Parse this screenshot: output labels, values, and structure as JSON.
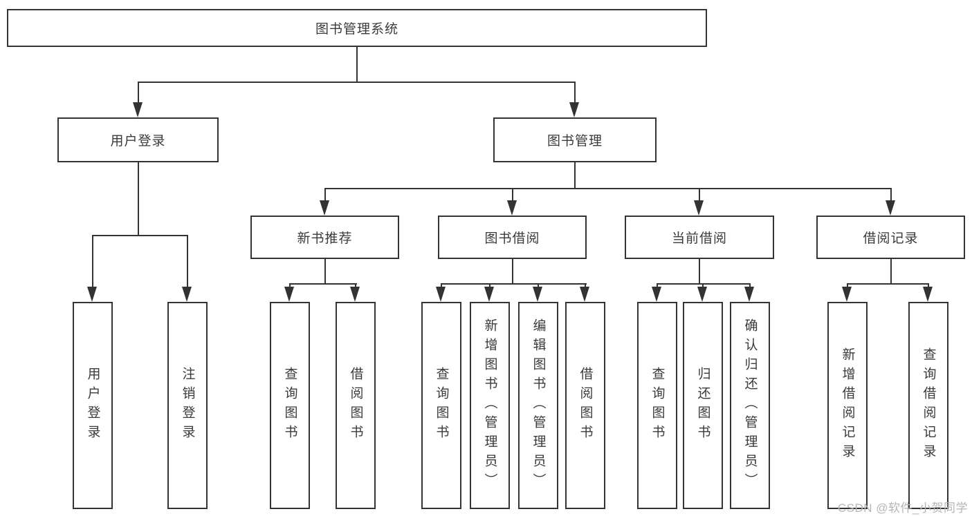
{
  "tree": {
    "root": {
      "label": "图书管理系统"
    },
    "level2": [
      {
        "label": "用户登录"
      },
      {
        "label": "图书管理"
      }
    ],
    "level3": [
      {
        "label": "新书推荐"
      },
      {
        "label": "图书借阅"
      },
      {
        "label": "当前借阅"
      },
      {
        "label": "借阅记录"
      }
    ],
    "leaves": {
      "login": [
        "用户登录",
        "注销登录"
      ],
      "recommend": [
        "查询图书",
        "借阅图书"
      ],
      "borrow": [
        "查询图书",
        "新增图书（管理员）",
        "编辑图书（管理员）",
        "借阅图书"
      ],
      "current": [
        "查询图书",
        "归还图书",
        "确认归还（管理员）"
      ],
      "records": [
        "新增借阅记录",
        "查询借阅记录"
      ]
    }
  },
  "watermark": "CSDN @软件_小贺同学",
  "colors": {
    "line": "#333333",
    "box_border": "#333333",
    "text": "#3a3a3a",
    "watermark": "#b5b5b5",
    "background": "#ffffff"
  }
}
